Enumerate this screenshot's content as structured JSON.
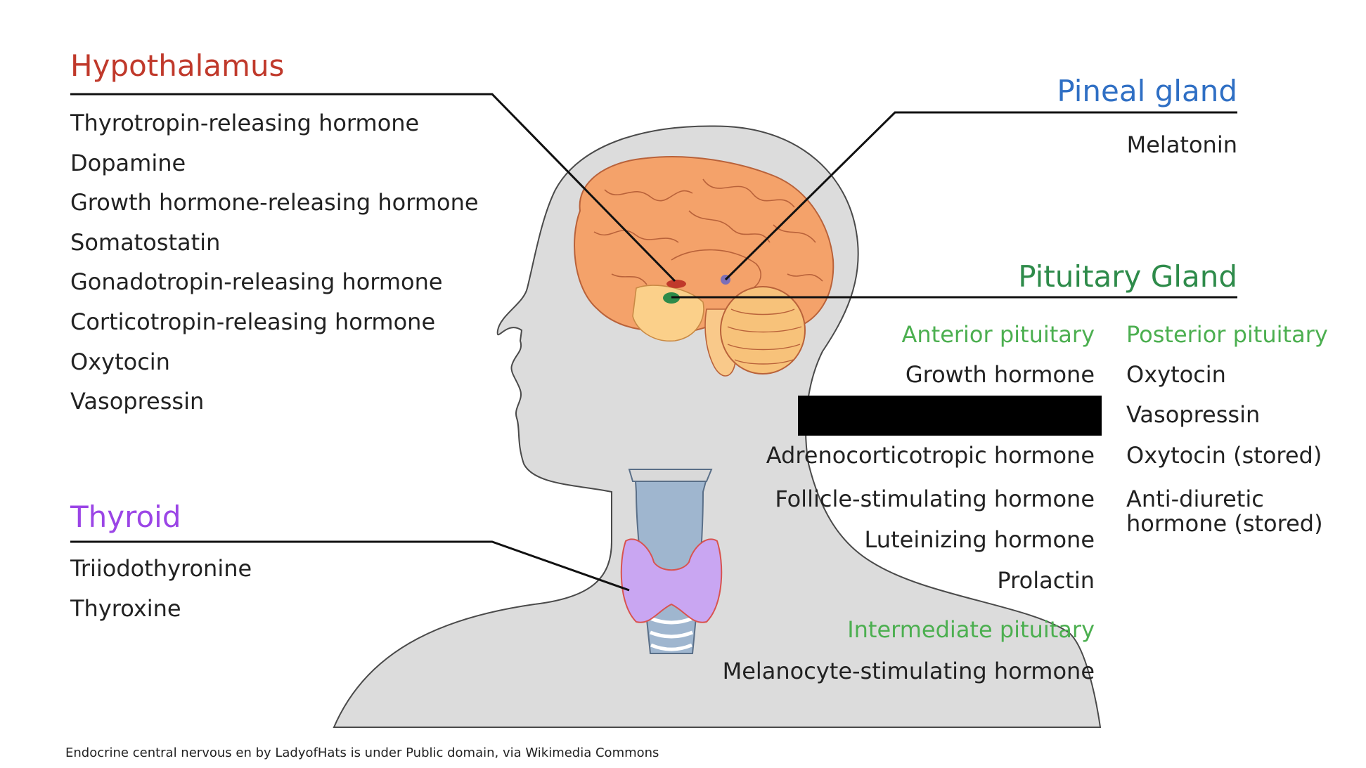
{
  "colors": {
    "hypothalamus": "#c0392b",
    "pineal": "#2f6fc4",
    "pituitary": "#2e8b4a",
    "pituitary_sub": "#4caf50",
    "thyroid": "#9b45e6",
    "brain": "#f4a26a",
    "skin": "#dcdcdc",
    "outline": "#4a4a4a"
  },
  "hypothalamus": {
    "title": "Hypothalamus",
    "items": [
      "Thyrotropin-releasing hormone",
      "Dopamine",
      "Growth hormone-releasing hormone",
      "Somatostatin",
      "Gonadotropin-releasing hormone",
      "Corticotropin-releasing hormone",
      "Oxytocin",
      "Vasopressin"
    ]
  },
  "pineal": {
    "title": "Pineal gland",
    "items": [
      "Melatonin"
    ]
  },
  "pituitary": {
    "title": "Pituitary Gland",
    "anterior": {
      "title": "Anterior pituitary",
      "items": [
        "Growth hormone",
        "Adrenocorticotropic hormone",
        "Follicle-stimulating hormone",
        "Luteinizing hormone",
        "Prolactin"
      ]
    },
    "posterior": {
      "title": "Posterior pituitary",
      "items": [
        "Oxytocin",
        "Vasopressin",
        "Oxytocin (stored)",
        "Anti-diuretic",
        "hormone (stored)"
      ]
    },
    "intermediate": {
      "title": "Intermediate pituitary",
      "items": [
        "Melanocyte-stimulating hormone"
      ]
    }
  },
  "thyroid": {
    "title": "Thyroid",
    "items": [
      "Triiodothyronine",
      "Thyroxine"
    ]
  },
  "caption": "Endocrine central nervous en by LadyofHats is under Public domain, via Wikimedia Commons"
}
